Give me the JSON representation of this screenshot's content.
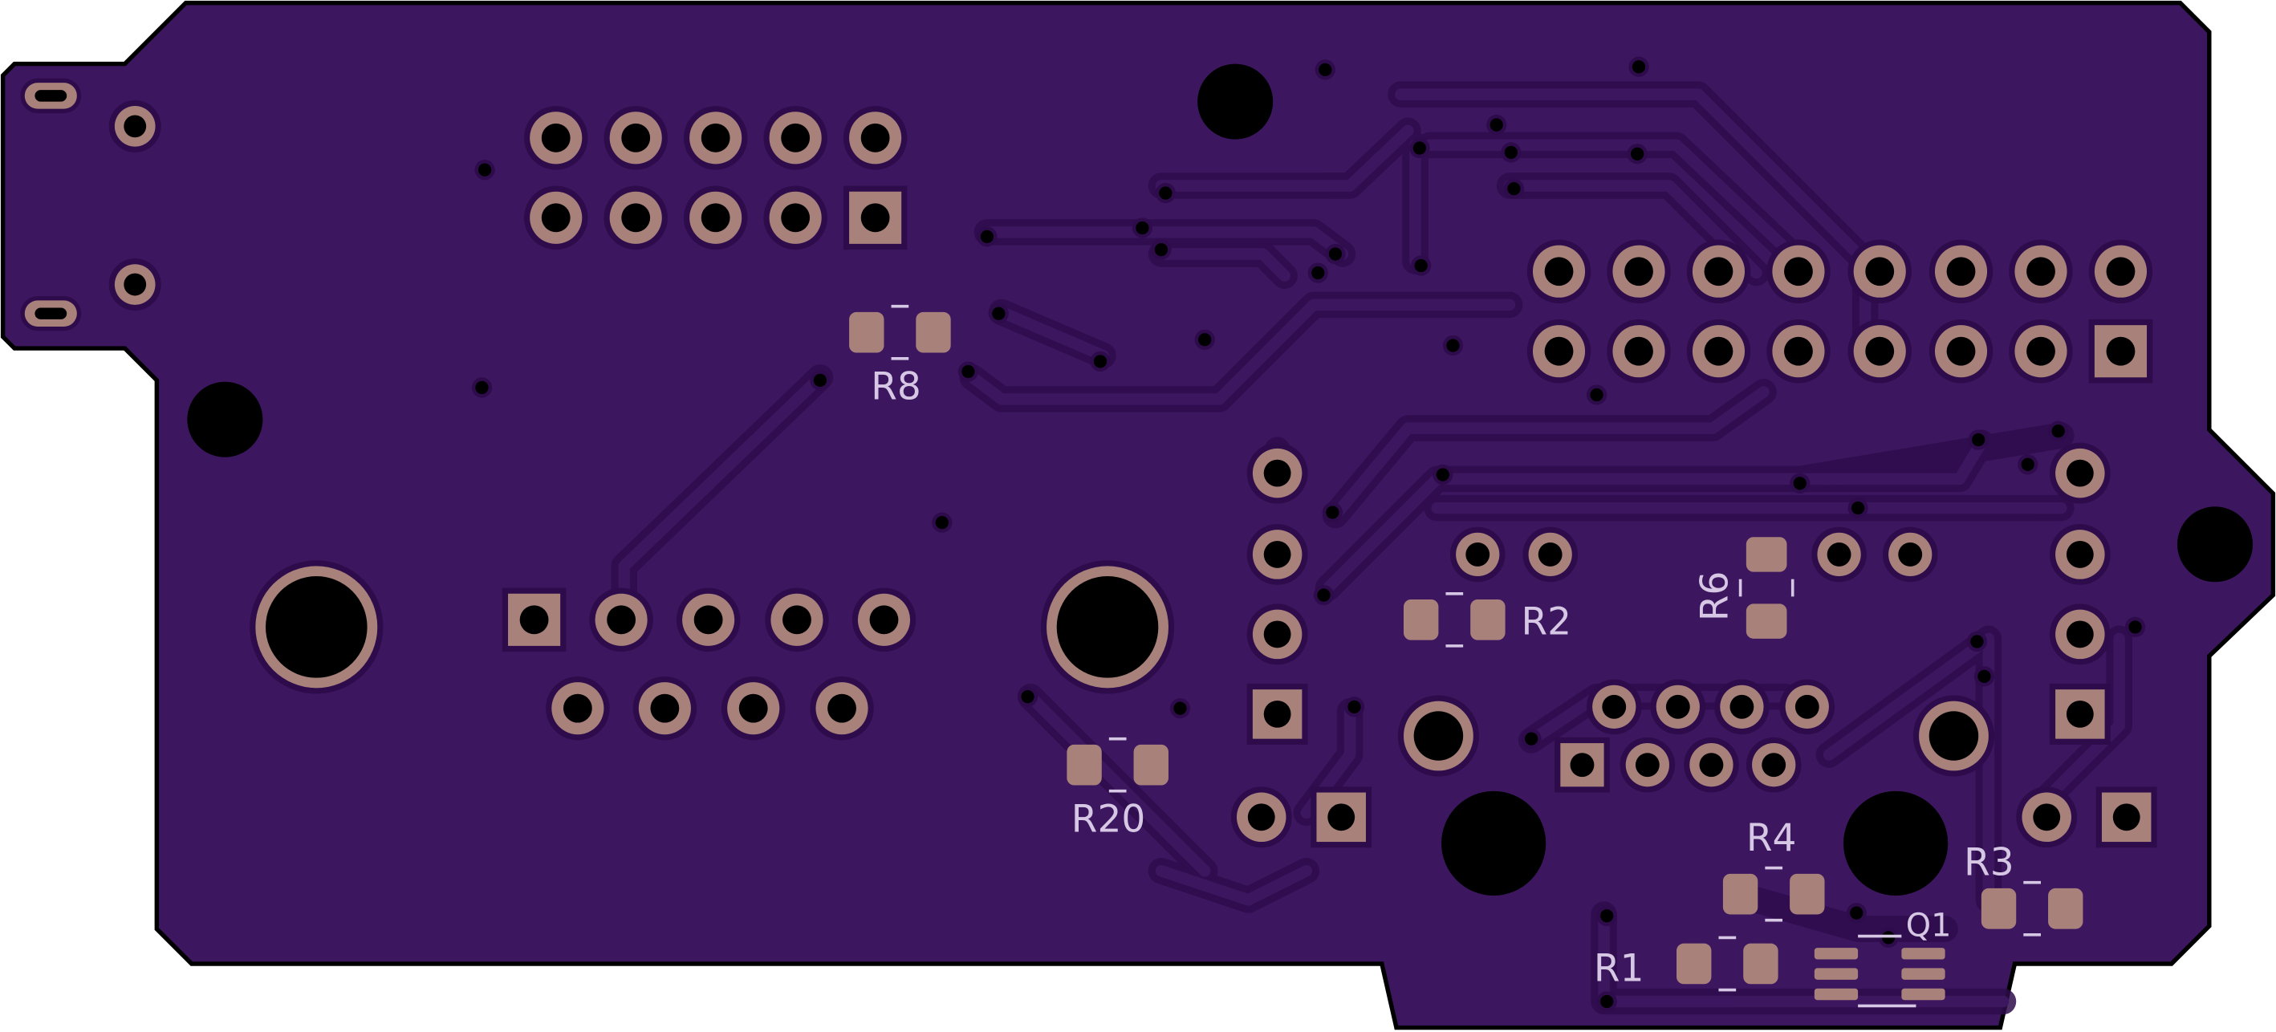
{
  "colors": {
    "background": "#ffffff",
    "board": "#3d1660",
    "board_outline": "#000000",
    "copper_trace": "#2e0c4c",
    "copper_pour": "#3d1660",
    "pad": "#a7817a",
    "hole": "#000000",
    "silkscreen": "#d6c8e4"
  },
  "designators": {
    "r1": "R1",
    "r2": "R2",
    "r3": "R3",
    "r4": "R4",
    "r6": "R6",
    "r8": "R8",
    "r20": "R20",
    "q1": "Q1"
  }
}
